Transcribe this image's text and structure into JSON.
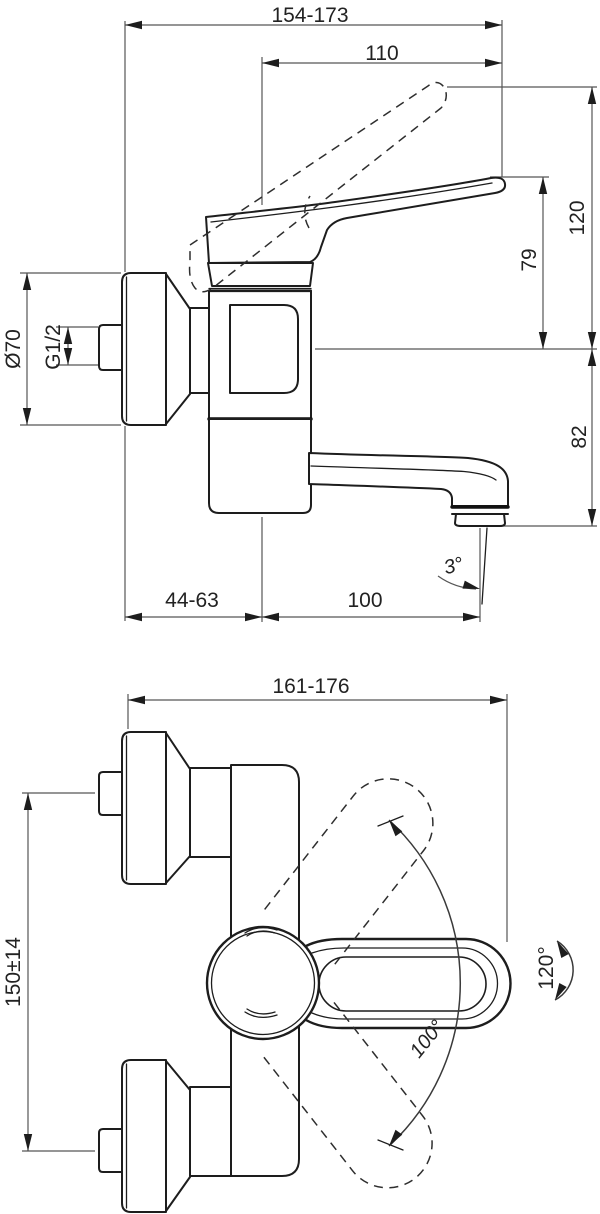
{
  "side_view": {
    "dims": {
      "overall_depth": "154-173",
      "lever_reach": "110",
      "lever_raised_height": "120",
      "lever_height": "79",
      "outlet_drop": "82",
      "flange_diameter": "Ø70",
      "thread_size": "G1/2",
      "wall_clearance": "44-63",
      "spout_reach": "100",
      "stream_angle": "3°"
    }
  },
  "top_view": {
    "dims": {
      "overall_width": "161-176",
      "inlet_spacing": "150±14",
      "lever_rotation": "120°",
      "lever_swing": "100°"
    }
  }
}
